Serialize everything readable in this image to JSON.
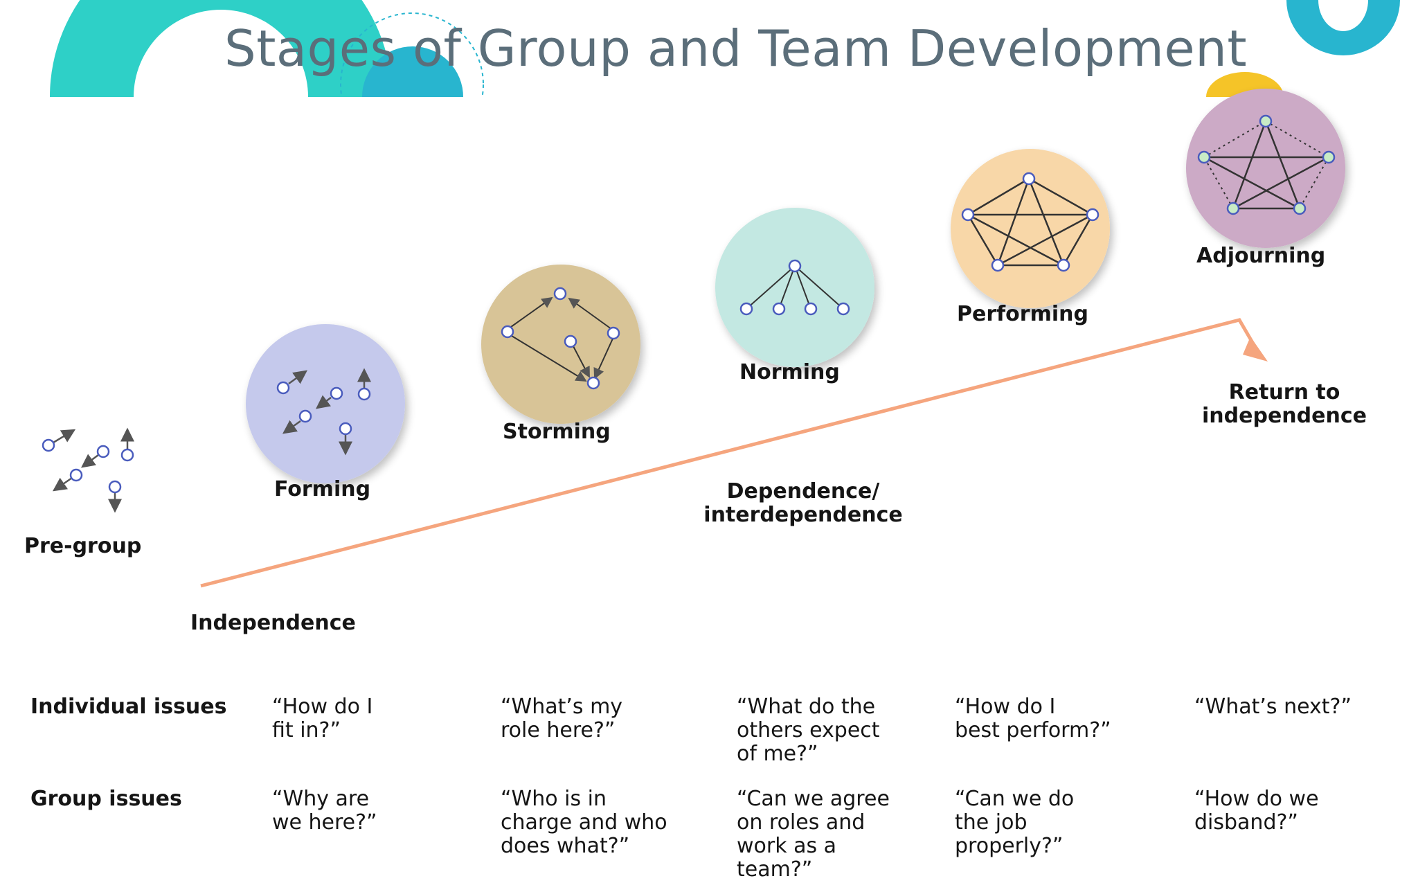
{
  "title": "Stages of Group and Team Development",
  "colors": {
    "title": "#5b6e7a",
    "teal": "#2ed0c7",
    "blue_teal": "#28b5cf",
    "yellow": "#f5c428",
    "arrow": "#f5a57e",
    "forming_circle": "#c5c9ec",
    "storming_circle": "#d8c497",
    "norming_circle": "#c3e8e2",
    "performing_circle": "#f8d7a8",
    "adjourning_circle": "#ccaac6"
  },
  "stages": [
    {
      "id": "pregroup",
      "label": "Pre-group"
    },
    {
      "id": "forming",
      "label": "Forming"
    },
    {
      "id": "storming",
      "label": "Storming"
    },
    {
      "id": "norming",
      "label": "Norming"
    },
    {
      "id": "performing",
      "label": "Performing"
    },
    {
      "id": "adjourning",
      "label": "Adjourning"
    }
  ],
  "axis": {
    "start": "Independence",
    "middle": "Dependence/\ninterdependence",
    "end": "Return to\nindependence"
  },
  "issues": {
    "individual_label": "Individual issues",
    "group_label": "Group issues",
    "individual": [
      "“How do I\nfit in?”",
      "“What’s my\nrole here?”",
      "“What do the\nothers expect\nof me?”",
      "“How do I\nbest perform?”",
      "“What’s next?”"
    ],
    "group": [
      "“Why are\nwe here?”",
      "“Who is in\ncharge and who\ndoes what?”",
      "“Can we agree\non roles and\nwork as a\nteam?”",
      "“Can we do\nthe job\nproperly?”",
      "“How do we\ndisband?”"
    ]
  }
}
